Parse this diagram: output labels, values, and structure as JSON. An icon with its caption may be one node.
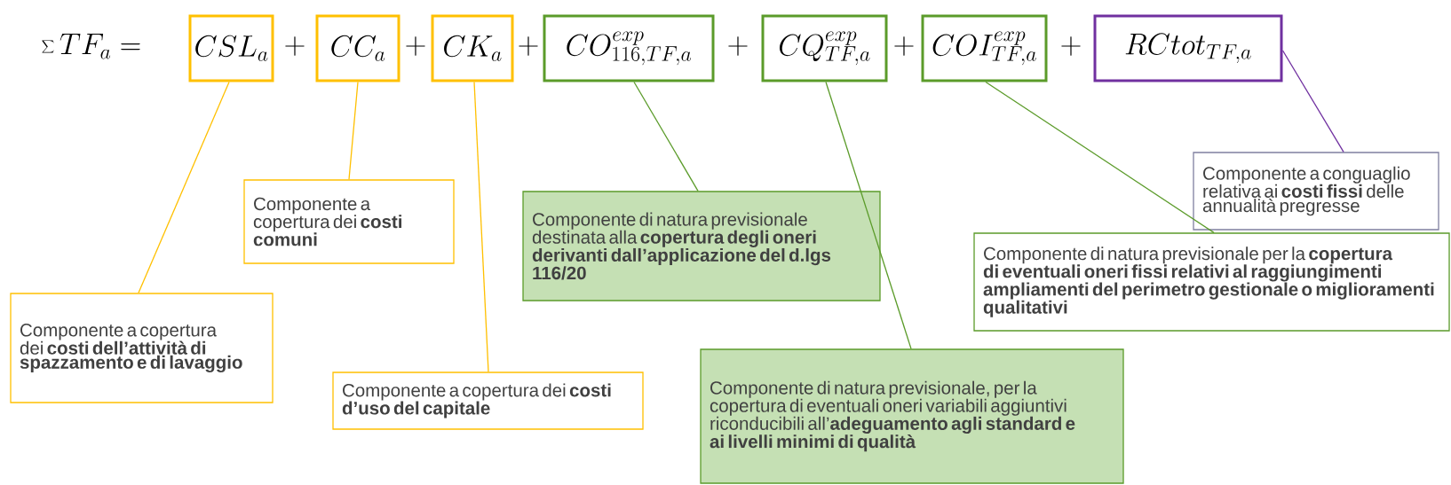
{
  "diagram": {
    "nodes": [
      {
        "text": [
          "CSL_a"
        ]
      },
      {
        "text": [
          "CC_a"
        ]
      },
      {
        "text": [
          "CK_a"
        ]
      },
      {
        "text": [
          "CO^{exp}_{116,TF,a}"
        ]
      },
      {
        "text": [
          "CQ^{exp}_{TF,a}"
        ]
      },
      {
        "text": [
          "COI^{exp}_{TF,a}"
        ]
      },
      {
        "text": [
          "RCtot_{TF,a}"
        ]
      },
      {
        "text": [
          "Componente a copertura dei **costi dell’attività di spazzamento e di lavaggio**"
        ]
      },
      {
        "text": [
          "Componente a copertura dei **costi  comuni**"
        ]
      },
      {
        "text": [
          "Componente a copertura dei **costi d’uso del capitale**"
        ]
      },
      {
        "text": [
          "Componente di natura previsionale destinata alla **copertura degli oneri derivanti dall’applicazione del  d.lgs 116/20**"
        ]
      },
      {
        "text": [
          "Componente di natura previsionale, per la copertura di eventuali oneri variabili aggiuntivi riconducibili all’**adeguamento agli standard e ai livelli minimi di qualità**"
        ]
      },
      {
        "text": [
          "Componente di natura previsionale per la **copertura di eventuali oneri fissi relativi al raggiungimenti ampliamenti del perimetro gestionale o miglioramenti qualitativi**"
        ]
      },
      {
        "text": [
          "Componente a conguaglio relativa ai **costi fissi** delle annualità pregresse"
        ]
      }
    ],
    "edges": [
      {
        "from": 7,
        "to": 0,
        "arrow": "none",
        "color": "#ffc000"
      },
      {
        "from": 8,
        "to": 1,
        "arrow": "none",
        "color": "#ffc000"
      },
      {
        "from": 9,
        "to": 2,
        "arrow": "none",
        "color": "#ffc000"
      },
      {
        "from": 10,
        "to": 3,
        "arrow": "none",
        "color": "#5b9b2a"
      },
      {
        "from": 11,
        "to": 4,
        "arrow": "none",
        "color": "#5b9b2a"
      },
      {
        "from": 12,
        "to": 5,
        "arrow": "none",
        "color": "#5b9b2a"
      },
      {
        "from": 13,
        "to": 6,
        "arrow": "none",
        "color": "#7030a0"
      }
    ],
    "labels": [
      "\\sum TF_a =",
      "+",
      "+",
      "+",
      "+",
      "+",
      "+"
    ]
  }
}
